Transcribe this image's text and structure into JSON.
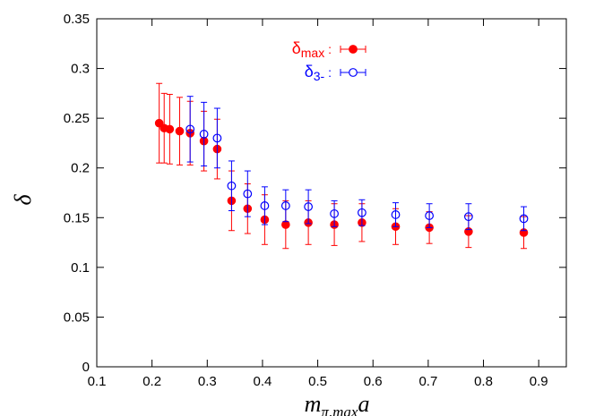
{
  "chart_data": {
    "type": "scatter",
    "xlabel": "m_π,max a",
    "xlabel_main": "m",
    "xlabel_sub": "π,max",
    "xlabel_tail": "a",
    "ylabel": "δ",
    "xlim": [
      0.1,
      0.95
    ],
    "ylim": [
      0,
      0.35
    ],
    "xticks": [
      0.1,
      0.2,
      0.3,
      0.4,
      0.5,
      0.6,
      0.7,
      0.8,
      0.9
    ],
    "yticks": [
      0,
      0.05,
      0.1,
      0.15,
      0.2,
      0.25,
      0.3,
      0.35
    ],
    "grid": false,
    "legend_position": "top-center",
    "series": [
      {
        "name": "δmax :",
        "name_base": "δ",
        "name_sub": "max",
        "name_tail": " :",
        "color": "#ff0000",
        "marker": "filled-circle",
        "points": [
          {
            "x": 0.213,
            "y": 0.245,
            "err": 0.04
          },
          {
            "x": 0.222,
            "y": 0.24,
            "err": 0.035
          },
          {
            "x": 0.232,
            "y": 0.239,
            "err": 0.035
          },
          {
            "x": 0.25,
            "y": 0.237,
            "err": 0.034
          },
          {
            "x": 0.269,
            "y": 0.235,
            "err": 0.032
          },
          {
            "x": 0.294,
            "y": 0.227,
            "err": 0.03
          },
          {
            "x": 0.318,
            "y": 0.219,
            "err": 0.03
          },
          {
            "x": 0.344,
            "y": 0.167,
            "err": 0.03
          },
          {
            "x": 0.373,
            "y": 0.159,
            "err": 0.025
          },
          {
            "x": 0.404,
            "y": 0.148,
            "err": 0.025
          },
          {
            "x": 0.442,
            "y": 0.143,
            "err": 0.024
          },
          {
            "x": 0.483,
            "y": 0.145,
            "err": 0.022
          },
          {
            "x": 0.53,
            "y": 0.143,
            "err": 0.021
          },
          {
            "x": 0.58,
            "y": 0.145,
            "err": 0.019
          },
          {
            "x": 0.641,
            "y": 0.141,
            "err": 0.018
          },
          {
            "x": 0.702,
            "y": 0.14,
            "err": 0.016
          },
          {
            "x": 0.773,
            "y": 0.136,
            "err": 0.016
          },
          {
            "x": 0.873,
            "y": 0.135,
            "err": 0.016
          }
        ]
      },
      {
        "name": "δ3- :",
        "name_base": "δ",
        "name_sub": "3-",
        "name_tail": " :",
        "color": "#0000ff",
        "marker": "open-circle",
        "points": [
          {
            "x": 0.269,
            "y": 0.239,
            "err": 0.033
          },
          {
            "x": 0.294,
            "y": 0.234,
            "err": 0.032
          },
          {
            "x": 0.318,
            "y": 0.23,
            "err": 0.03
          },
          {
            "x": 0.344,
            "y": 0.182,
            "err": 0.025
          },
          {
            "x": 0.373,
            "y": 0.174,
            "err": 0.023
          },
          {
            "x": 0.404,
            "y": 0.162,
            "err": 0.019
          },
          {
            "x": 0.442,
            "y": 0.162,
            "err": 0.016
          },
          {
            "x": 0.483,
            "y": 0.161,
            "err": 0.017
          },
          {
            "x": 0.53,
            "y": 0.154,
            "err": 0.013
          },
          {
            "x": 0.58,
            "y": 0.155,
            "err": 0.013
          },
          {
            "x": 0.641,
            "y": 0.153,
            "err": 0.012
          },
          {
            "x": 0.702,
            "y": 0.152,
            "err": 0.012
          },
          {
            "x": 0.773,
            "y": 0.151,
            "err": 0.013
          },
          {
            "x": 0.873,
            "y": 0.149,
            "err": 0.012
          }
        ]
      }
    ]
  }
}
